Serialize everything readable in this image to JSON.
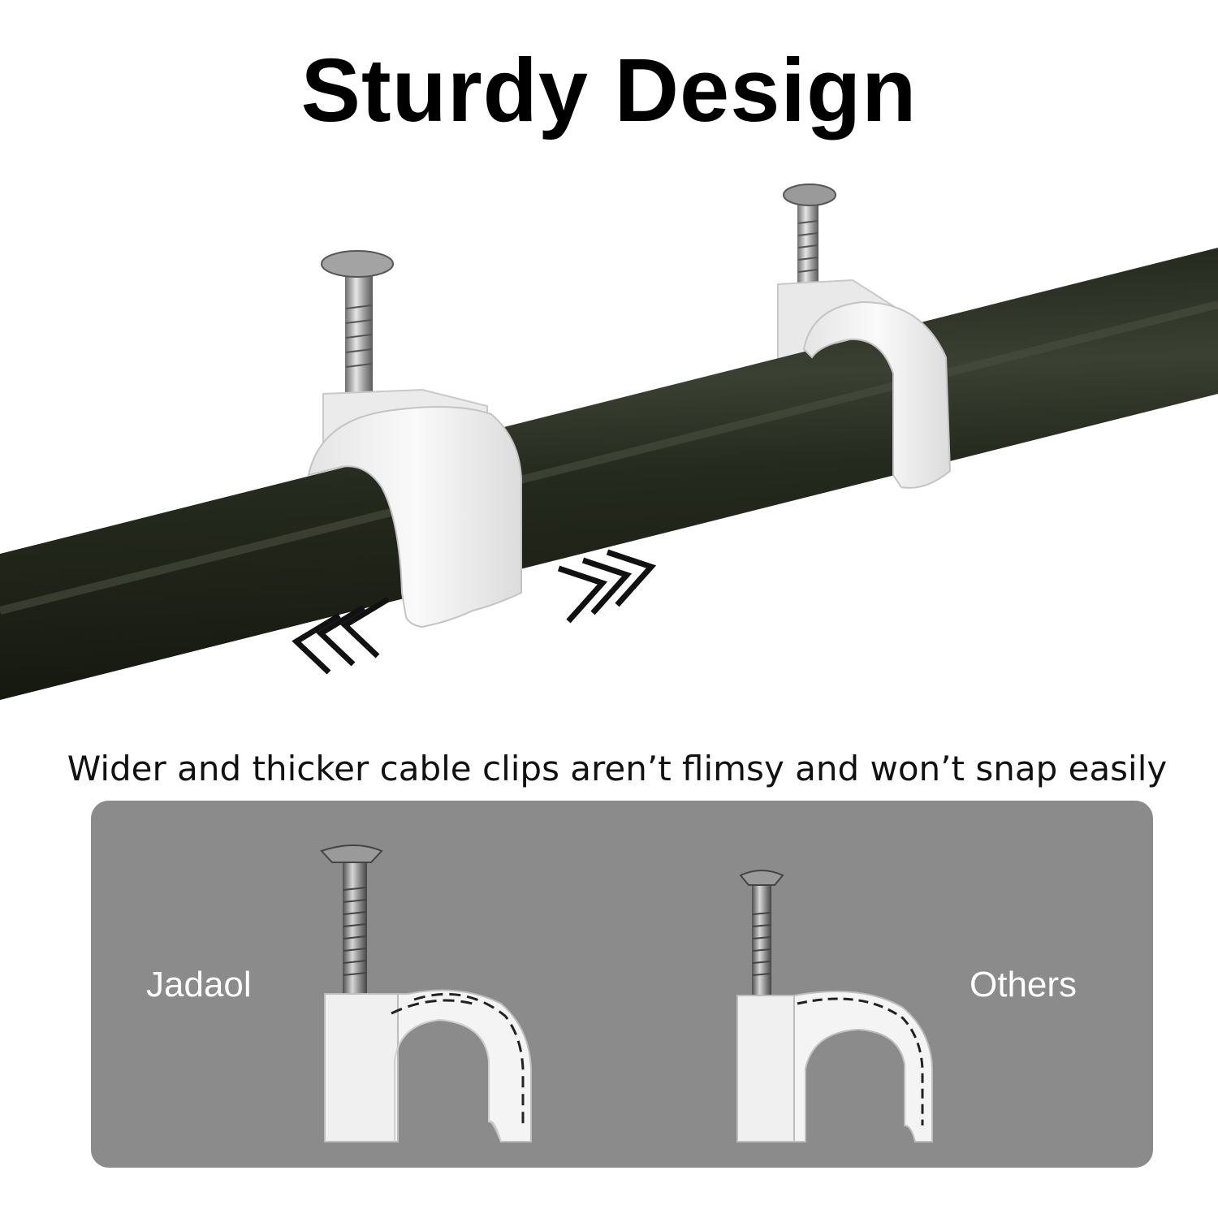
{
  "title": "Sturdy Design",
  "caption": "Wider and thicker cable clips aren’t flimsy and won’t snap easily",
  "comparison": {
    "left_label": "Jadaol",
    "right_label": "Others"
  },
  "colors": {
    "cable": "#262a1f",
    "clip": "#f2f2f2",
    "panel": "#8b8b8b",
    "nail": "#b8b8b8"
  }
}
